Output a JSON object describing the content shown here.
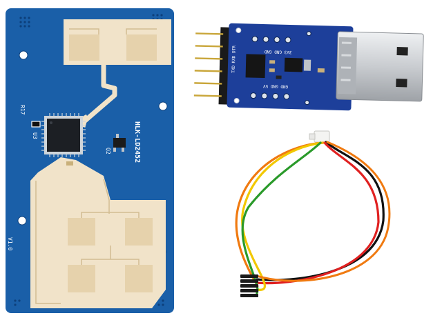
{
  "radar_board": {
    "model_label": "HLK-LD2452",
    "version_label": "V1.0",
    "ref_r17": "R17",
    "ref_u3": "U3",
    "ref_q2": "Q2",
    "board_color": "#1a5fa8",
    "antenna_color": "#f1e3c9"
  },
  "usb_adapter": {
    "pin_labels_top": "3V3 GND GND",
    "pin_labels_side": "TXD RXD DTR",
    "pin_labels_bottom": "GND GND 5V",
    "board_color": "#1d3f9a"
  },
  "cable": {
    "wire_colors": [
      "#111111",
      "#e02020",
      "#f07a10",
      "#f2c800",
      "#2a9a2a"
    ]
  }
}
